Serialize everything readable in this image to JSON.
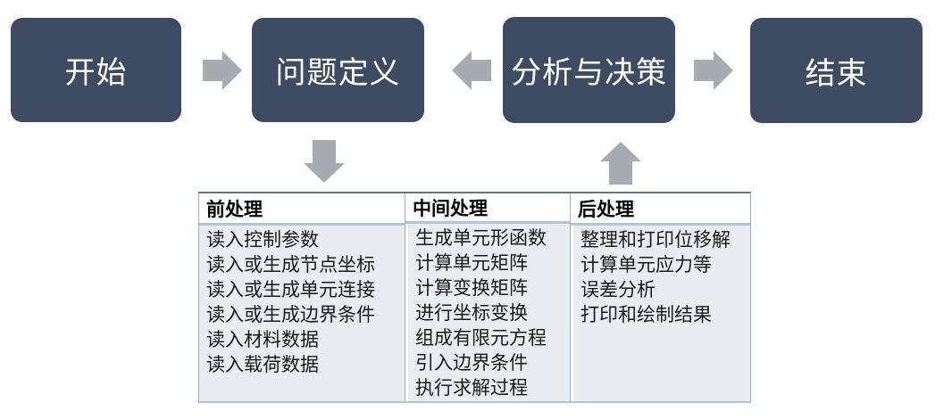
{
  "flowchart": {
    "nodes": [
      {
        "id": "start",
        "label": "开始"
      },
      {
        "id": "problem-definition",
        "label": "问题定义"
      },
      {
        "id": "analysis-decision",
        "label": "分析与决策"
      },
      {
        "id": "end",
        "label": "结束"
      }
    ],
    "arrows": [
      {
        "name": "arrow-start-to-problem",
        "direction": "right"
      },
      {
        "name": "arrow-analysis-to-problem",
        "direction": "left"
      },
      {
        "name": "arrow-analysis-to-end",
        "direction": "right"
      },
      {
        "name": "arrow-problem-to-table",
        "direction": "down"
      },
      {
        "name": "arrow-table-to-analysis",
        "direction": "up"
      }
    ]
  },
  "process_table": {
    "columns": [
      {
        "header": "前处理",
        "items": [
          "读入控制参数",
          "读入或生成节点坐标",
          "读入或生成单元连接",
          "读入或生成边界条件",
          "读入材料数据",
          "读入载荷数据"
        ]
      },
      {
        "header": "中间处理",
        "items": [
          "生成单元形函数",
          "计算单元矩阵",
          "计算变换矩阵",
          "进行坐标变换",
          "组成有限元方程",
          "引入边界条件",
          "执行求解过程"
        ]
      },
      {
        "header": "后处理",
        "items": [
          "整理和打印位移解",
          "计算单元应力等",
          "误差分析",
          "打印和绘制结果"
        ]
      }
    ]
  },
  "colors": {
    "node_fill": "#3E4C63",
    "node_text": "#FFFFFF",
    "arrow_fill": "#A9ABB2",
    "table_body_bg": "#E9ECF1",
    "table_header_bg": "#FFFFFF",
    "table_border": "#A3ABB5",
    "header_divider": "#B5C2D3"
  }
}
